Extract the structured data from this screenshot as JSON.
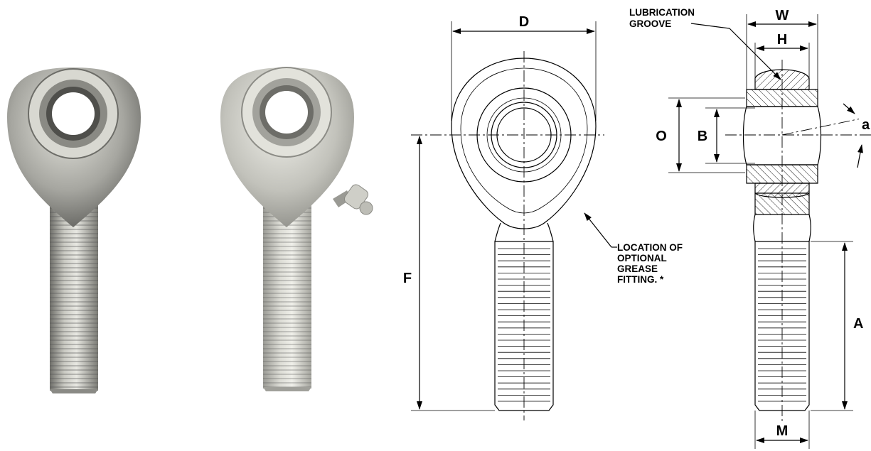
{
  "labels": {
    "D": "D",
    "W": "W",
    "H": "H",
    "O": "O",
    "B": "B",
    "F": "F",
    "A": "A",
    "M": "M",
    "angle": "a",
    "lubrication_line1": "LUBRICATION",
    "lubrication_line2": "GROOVE",
    "grease_line1": "LOCATION OF",
    "grease_line2": "OPTIONAL",
    "grease_line3": "GREASE",
    "grease_line4": "FITTING. *"
  },
  "colors": {
    "metal_dark": "#7d7d78",
    "metal_mid": "#b5b5ae",
    "metal_light": "#e4e4de",
    "line": "#000000"
  }
}
